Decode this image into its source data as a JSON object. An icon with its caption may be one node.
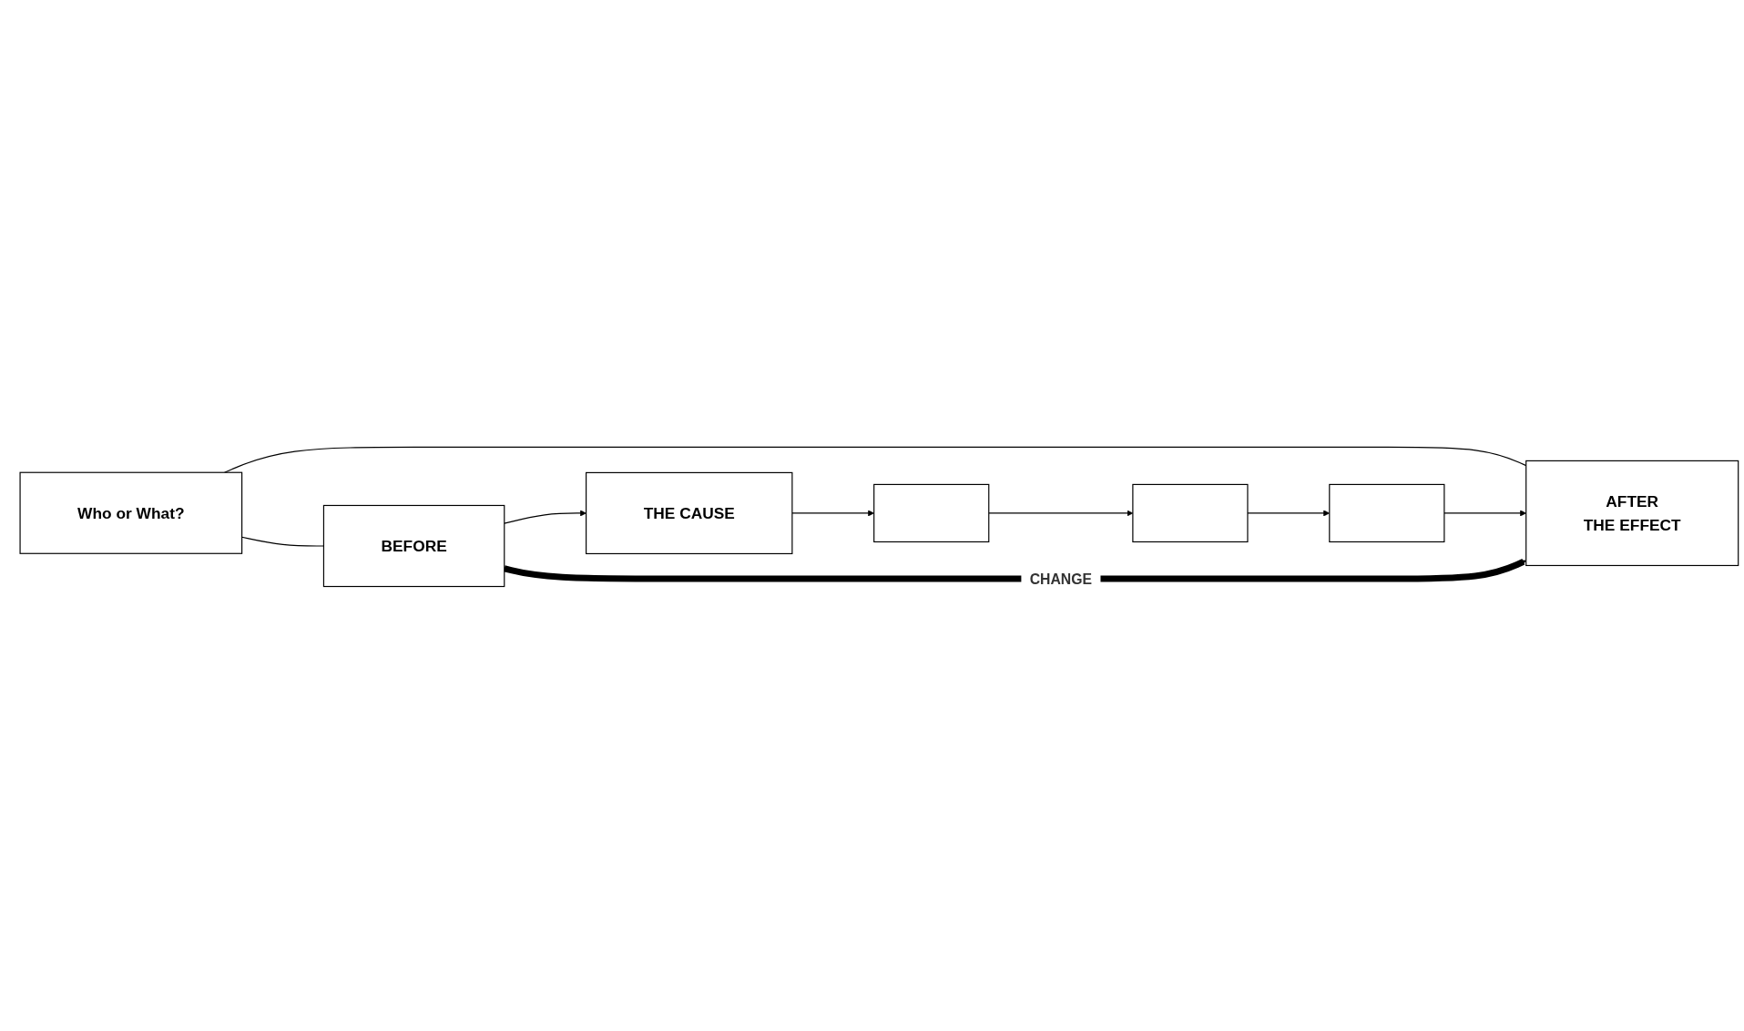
{
  "diagram": {
    "nodes": [
      {
        "text": [
          "Who or What?"
        ]
      },
      {
        "text": [
          "BEFORE"
        ]
      },
      {
        "text": [
          "AFTER",
          "THE EFFECT"
        ]
      },
      {
        "text": [
          "THE CAUSE"
        ]
      },
      {
        "text": [],
        "shape": "box"
      },
      {
        "text": [],
        "shape": "box"
      },
      {
        "text": [],
        "shape": "box"
      }
    ],
    "edges": [
      {
        "from": 0,
        "to": 1,
        "arrow": "none"
      },
      {
        "from": 0,
        "to": 2,
        "arrow": "none"
      },
      {
        "from": 1,
        "to": 3,
        "arrow": "to"
      },
      {
        "from": 3,
        "to": 4,
        "arrow": "to"
      },
      {
        "from": 4,
        "to": 5,
        "arrow": "to"
      },
      {
        "from": 5,
        "to": 6,
        "arrow": "to"
      },
      {
        "from": 6,
        "to": 2,
        "arrow": "to"
      },
      {
        "from": 1,
        "to": 2,
        "label": "CHANGE",
        "arrow": "to",
        "style": "thick"
      }
    ]
  }
}
